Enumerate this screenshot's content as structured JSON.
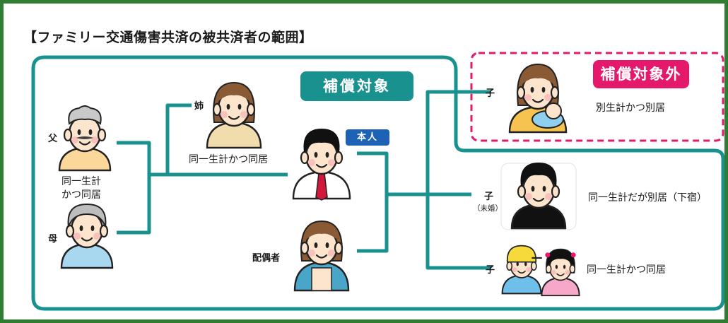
{
  "title": "【ファミリー交通傷害共済の被共済者の範囲】",
  "badges": {
    "covered": "補償対象",
    "not_covered": "補償対象外",
    "self": "本人"
  },
  "people": {
    "father": "父",
    "mother": "母",
    "parents_note": [
      "同一生計",
      "かつ同居"
    ],
    "sister": "姉",
    "sister_note": "同一生計かつ同居",
    "spouse": "配偶者",
    "child": "子",
    "unmarried": "（未婚）"
  },
  "notes": {
    "child_excluded": "別生計かつ別居",
    "child_dorm": "同一生計だが別居（下宿）",
    "child_home": "同一生計かつ同居"
  },
  "colors": {
    "frame": "#2e7d32",
    "line": "#19918f",
    "covered": "#19918f",
    "not_covered": "#e5196b",
    "self": "#1d62b4"
  }
}
